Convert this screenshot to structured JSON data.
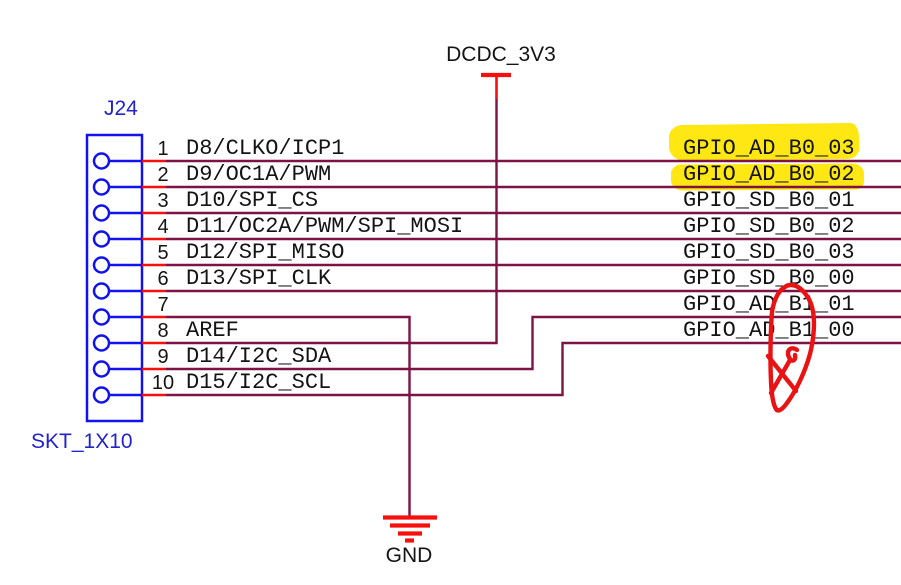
{
  "schematic": {
    "refdes": "J24",
    "part_number": "SKT_1X10",
    "power_rail": "DCDC_3V3",
    "ground": "GND",
    "pins": [
      {
        "number": "1",
        "label": "D8/CLKO/ICP1"
      },
      {
        "number": "2",
        "label": "D9/OC1A/PWM"
      },
      {
        "number": "3",
        "label": "D10/SPI_CS"
      },
      {
        "number": "4",
        "label": "D11/OC2A/PWM/SPI_MOSI"
      },
      {
        "number": "5",
        "label": "D12/SPI_MISO"
      },
      {
        "number": "6",
        "label": "D13/SPI_CLK"
      },
      {
        "number": "7",
        "label": ""
      },
      {
        "number": "8",
        "label": "AREF"
      },
      {
        "number": "9",
        "label": "D14/I2C_SDA"
      },
      {
        "number": "10",
        "label": "D15/I2C_SCL"
      }
    ],
    "nets": [
      {
        "name": "GPIO_AD_B0_03",
        "highlighted": true
      },
      {
        "name": "GPIO_AD_B0_02",
        "highlighted": true
      },
      {
        "name": "GPIO_SD_B0_01",
        "highlighted": false
      },
      {
        "name": "GPIO_SD_B0_02",
        "highlighted": false
      },
      {
        "name": "GPIO_SD_B0_03",
        "highlighted": false
      },
      {
        "name": "GPIO_SD_B0_00",
        "highlighted": false
      },
      {
        "name": "GPIO_AD_B1_01",
        "highlighted": false
      },
      {
        "name": "GPIO_AD_B1_00",
        "highlighted": false
      }
    ],
    "colors": {
      "wire": "#7d1245",
      "pin_accent": "#f5100d",
      "symbol_blue": "#1212ee",
      "label_blue": "#2323cc",
      "highlight": "#ffe713",
      "annotation": "#ea1212"
    }
  }
}
